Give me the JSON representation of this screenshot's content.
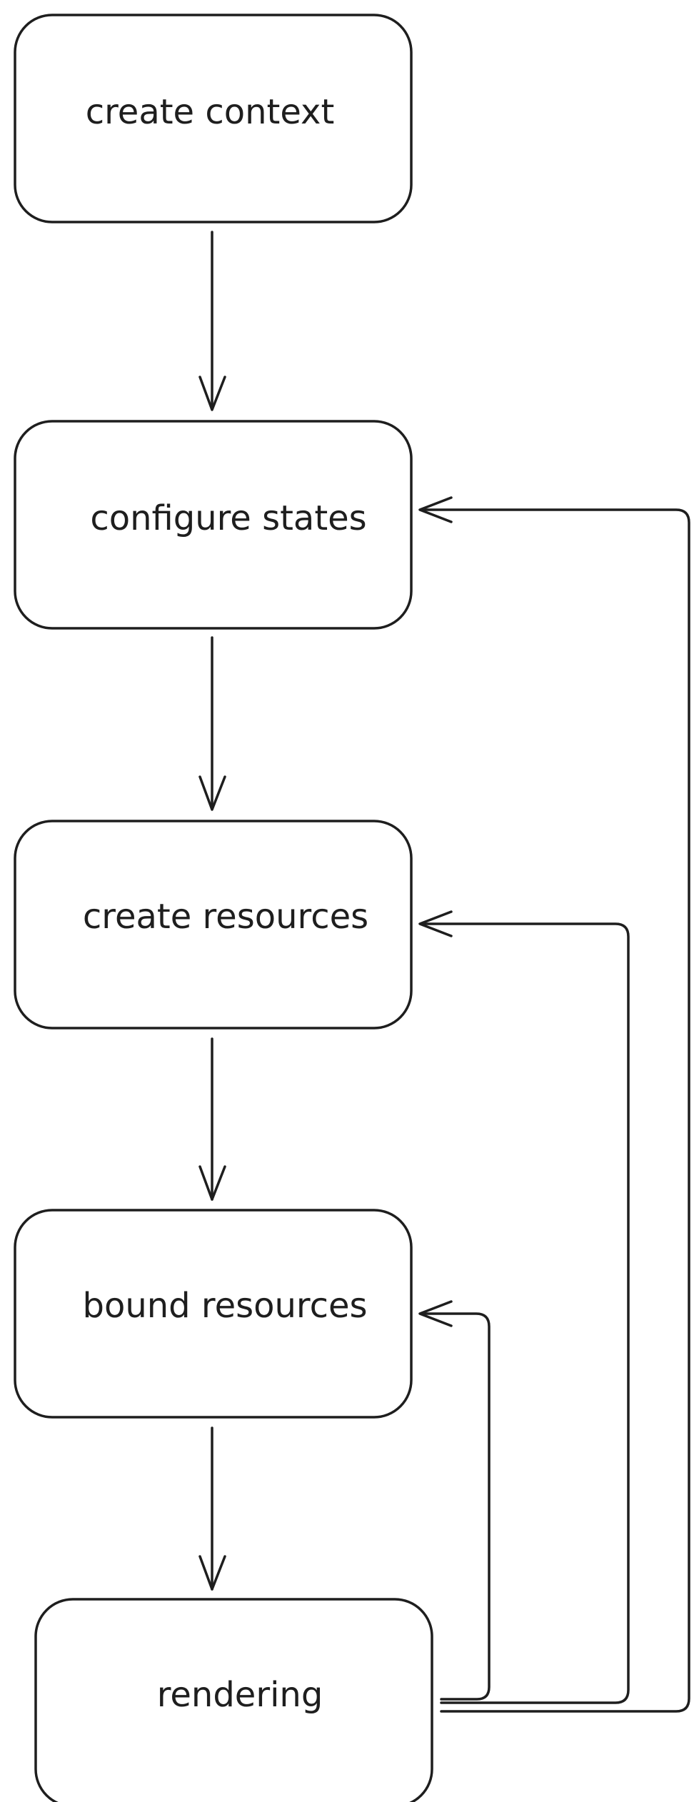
{
  "diagram": {
    "nodes": [
      {
        "id": "create-context",
        "label": "create context"
      },
      {
        "id": "configure-states",
        "label": "configure states"
      },
      {
        "id": "create-resources",
        "label": "create resources"
      },
      {
        "id": "bound-resources",
        "label": "bound resources"
      },
      {
        "id": "rendering",
        "label": "rendering"
      }
    ],
    "edges": [
      {
        "from": "create-context",
        "to": "configure-states"
      },
      {
        "from": "configure-states",
        "to": "create-resources"
      },
      {
        "from": "create-resources",
        "to": "bound-resources"
      },
      {
        "from": "bound-resources",
        "to": "rendering"
      },
      {
        "from": "rendering",
        "to": "bound-resources"
      },
      {
        "from": "rendering",
        "to": "create-resources"
      },
      {
        "from": "rendering",
        "to": "configure-states"
      }
    ],
    "colors": {
      "stroke": "#1e1e1e",
      "text": "#1e1e1e",
      "background": "#ffffff"
    }
  }
}
